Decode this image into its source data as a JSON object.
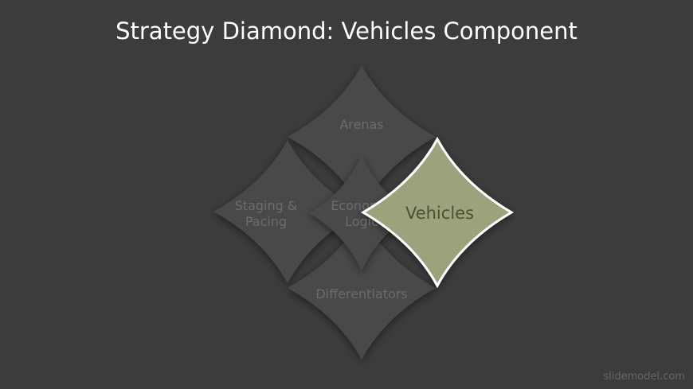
{
  "slide": {
    "title": "Strategy Diamond: Vehicles Component",
    "footer": "slidemodel.com"
  },
  "diagram": {
    "arenas": "Arenas",
    "staging_line1": "Staging &",
    "staging_line2": "Pacing",
    "economic_line1": "Economic",
    "economic_line2": "Logic",
    "differentiators": "Differentiators",
    "vehicles": "Vehicles"
  },
  "colors": {
    "background": "#3c3c3c",
    "inactive_shape": "#4a4a4a",
    "active_shape": "#9ca27b",
    "active_outline": "#ffffff"
  }
}
